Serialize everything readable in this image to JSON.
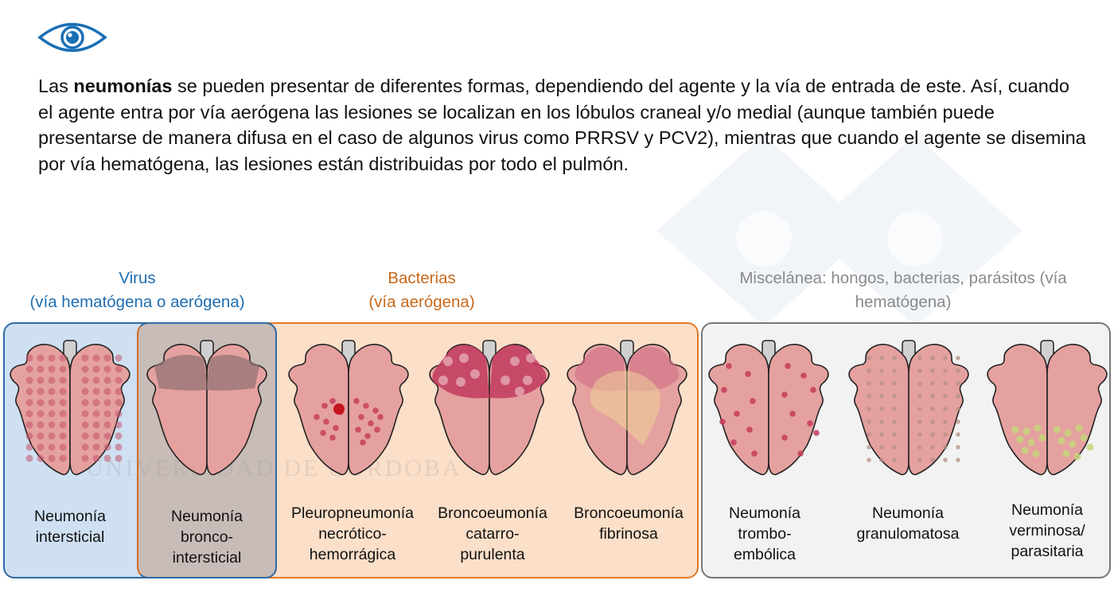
{
  "intro": {
    "prefix": "Las ",
    "bold": "neumonías",
    "rest": " se pueden presentar de diferentes formas, dependiendo del agente y la vía de entrada de este. Así, cuando el agente entra por vía aerógena las lesiones se localizan en los lóbulos craneal y/o medial (aunque también puede presentarse de manera difusa en el caso de algunos virus como PRRSV y PCV2), mientras que cuando el agente se disemina por vía hematógena, las lesiones están distribuidas por todo el pulmón."
  },
  "icons": {
    "eye": "eye-icon"
  },
  "colors": {
    "virus": "#1f6db0",
    "bacteria": "#cc6c1c",
    "misc": "#8a8a8a",
    "lung_fill": "#e8a3a1",
    "lesion": "#c63a58"
  },
  "categories": {
    "virus": {
      "line1": "Virus",
      "line2": "(vía hematógena o aerógena)"
    },
    "bacteria": {
      "line1": "Bacterias",
      "line2": "(vía aerógena)"
    },
    "misc": {
      "line1": "Miscelánea: hongos, bacterias, parásitos (vía",
      "line2": "hematógena)"
    }
  },
  "lungs": [
    {
      "id": "intersticial",
      "lines": [
        "Neumonía",
        "intersticial"
      ]
    },
    {
      "id": "broncointersticial",
      "lines": [
        "Neumonía",
        "bronco-",
        "intersticial"
      ]
    },
    {
      "id": "pleuro",
      "lines": [
        "Pleuropneumonía",
        "necrótico-",
        "hemorrágica"
      ]
    },
    {
      "id": "catarro",
      "lines": [
        "Broncoeumonía",
        "catarro-",
        "purulenta"
      ]
    },
    {
      "id": "fibrinosa",
      "lines": [
        "Broncoeumonía",
        "fibrinosa"
      ]
    },
    {
      "id": "trombo",
      "lines": [
        "Neumonía",
        "trombo-",
        "embólica"
      ]
    },
    {
      "id": "granulo",
      "lines": [
        "Neumonía",
        "granulomatosa"
      ]
    },
    {
      "id": "verminosa",
      "lines": [
        "Neumonía",
        "verminosa/",
        "parasitaria"
      ]
    }
  ],
  "watermark": "UNIVERSIDAD DE CORDOBA"
}
